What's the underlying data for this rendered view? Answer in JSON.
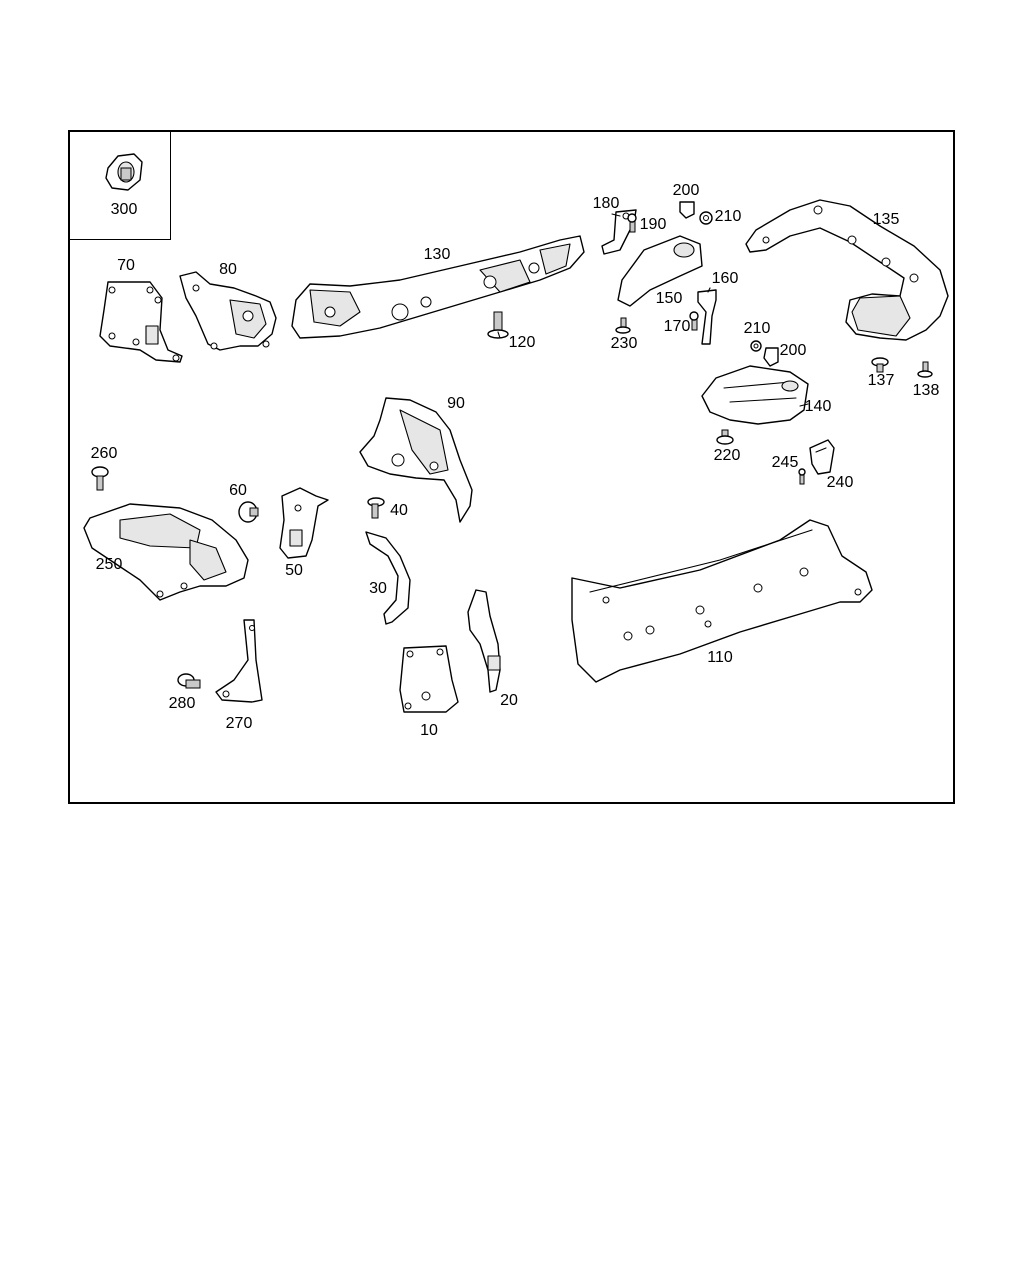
{
  "diagram": {
    "inset_label": "300",
    "labels": [
      {
        "id": "300",
        "text": "300"
      },
      {
        "id": "70",
        "text": "70"
      },
      {
        "id": "80",
        "text": "80"
      },
      {
        "id": "130",
        "text": "130"
      },
      {
        "id": "120",
        "text": "120"
      },
      {
        "id": "180",
        "text": "180"
      },
      {
        "id": "200a",
        "text": "200"
      },
      {
        "id": "190",
        "text": "190"
      },
      {
        "id": "210a",
        "text": "210"
      },
      {
        "id": "135",
        "text": "135"
      },
      {
        "id": "160",
        "text": "160"
      },
      {
        "id": "150",
        "text": "150"
      },
      {
        "id": "230",
        "text": "230"
      },
      {
        "id": "170",
        "text": "170"
      },
      {
        "id": "210b",
        "text": "210"
      },
      {
        "id": "200b",
        "text": "200"
      },
      {
        "id": "137",
        "text": "137"
      },
      {
        "id": "138",
        "text": "138"
      },
      {
        "id": "140",
        "text": "140"
      },
      {
        "id": "220",
        "text": "220"
      },
      {
        "id": "245",
        "text": "245"
      },
      {
        "id": "240",
        "text": "240"
      },
      {
        "id": "90",
        "text": "90"
      },
      {
        "id": "260",
        "text": "260"
      },
      {
        "id": "60",
        "text": "60"
      },
      {
        "id": "40",
        "text": "40"
      },
      {
        "id": "250",
        "text": "250"
      },
      {
        "id": "50",
        "text": "50"
      },
      {
        "id": "30",
        "text": "30"
      },
      {
        "id": "110",
        "text": "110"
      },
      {
        "id": "280",
        "text": "280"
      },
      {
        "id": "270",
        "text": "270"
      },
      {
        "id": "20",
        "text": "20"
      },
      {
        "id": "10",
        "text": "10"
      }
    ]
  }
}
